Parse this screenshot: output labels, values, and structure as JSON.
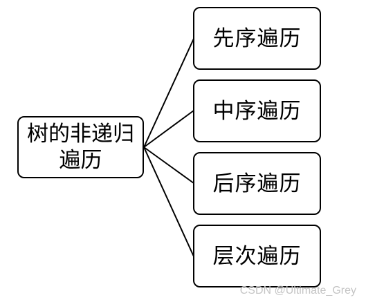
{
  "root": {
    "line1": "树的非递归",
    "line2": "遍历"
  },
  "children": [
    {
      "label": "先序遍历"
    },
    {
      "label": "中序遍历"
    },
    {
      "label": "后序遍历"
    },
    {
      "label": "层次遍历"
    }
  ],
  "watermark": "CSDN @Ultimate_Grey",
  "colors": {
    "stroke": "#000000",
    "background": "#ffffff",
    "watermark": "#c4c4c4"
  }
}
